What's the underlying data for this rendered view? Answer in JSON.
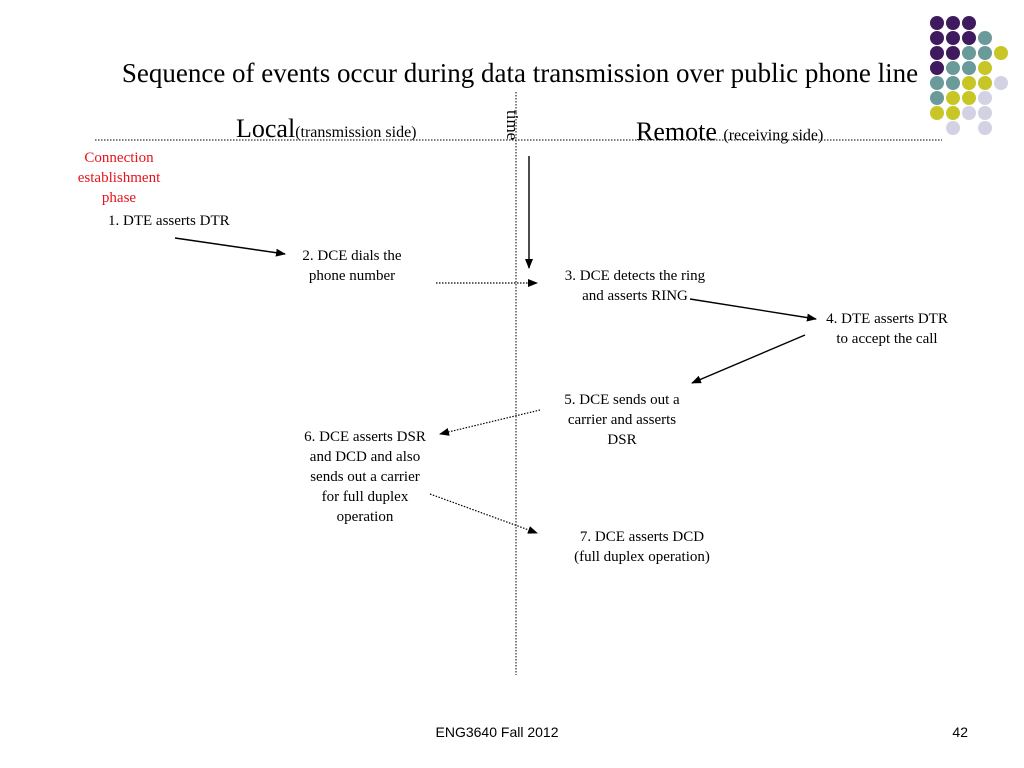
{
  "title": "Sequence of events occur during data transmission over public phone line",
  "headers": {
    "local": "Local",
    "local_sub": "(transmission side)",
    "remote": "Remote ",
    "remote_sub": "(receiving side)",
    "time": "time"
  },
  "phase_label": [
    "Connection",
    "establishment",
    "phase"
  ],
  "steps": {
    "s1": [
      "1. DTE asserts DTR"
    ],
    "s2": [
      "2. DCE dials the",
      "phone number"
    ],
    "s3": [
      "3. DCE detects the ring",
      "and asserts RING"
    ],
    "s4": [
      "4. DTE asserts DTR",
      "to accept the call"
    ],
    "s5": [
      "5. DCE sends out a",
      "carrier and asserts",
      "DSR"
    ],
    "s6": [
      "6. DCE asserts DSR",
      "and DCD and also",
      "sends out a carrier",
      "for full duplex",
      "operation"
    ],
    "s7": [
      "7. DCE asserts DCD",
      "(full duplex operation)"
    ]
  },
  "footer": {
    "course": "ENG3640 Fall 2012",
    "page": "42"
  },
  "colors": {
    "purple": "#3f1a5e",
    "teal": "#6b9a9b",
    "olive": "#c8c626",
    "lavender": "#d3d2e2",
    "phase_red": "#e8141b"
  }
}
